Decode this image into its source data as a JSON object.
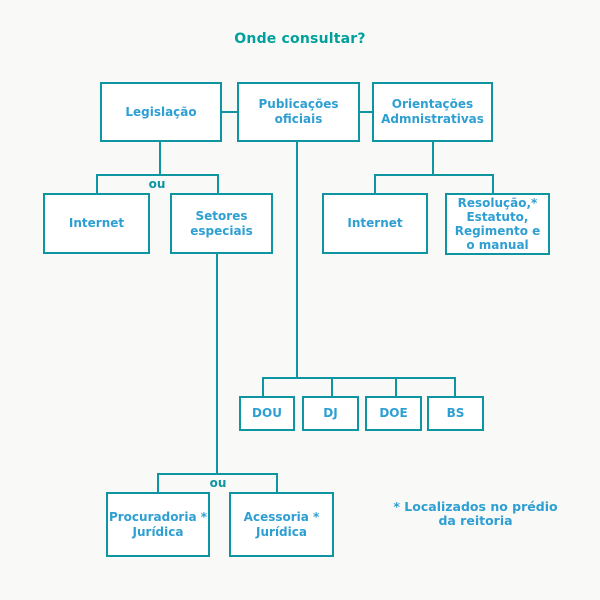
{
  "title": "Onde consultar?",
  "colors": {
    "background": "#f9f9f8",
    "line_and_border_teal": "#0e95a2",
    "box_text_blue": "#2e9fd2",
    "title_teal": "#00a19d"
  },
  "nodes": {
    "legislacao": "Legislação",
    "publicacoes_oficiais": "Publicações\noficiais",
    "orientacoes_administrativas": "Orientações\nAdmnistrativas",
    "internet_left": "Internet",
    "setores_especiais": "Setores\nespeciais",
    "internet_right": "Internet",
    "resolucao": "Resolução,*\nEstatuto,\nRegimento e\no manual",
    "dou": "DOU",
    "dj": "DJ",
    "doe": "DOE",
    "bs": "BS",
    "procuradoria_juridica": "Procuradoria *\nJurídica",
    "acessoria_juridica": "Acessoria *\nJurídica"
  },
  "connector_labels": {
    "ou_top": "ou",
    "ou_bottom": "ou"
  },
  "footnote": "* Localizados no prédio\nda reitoria"
}
